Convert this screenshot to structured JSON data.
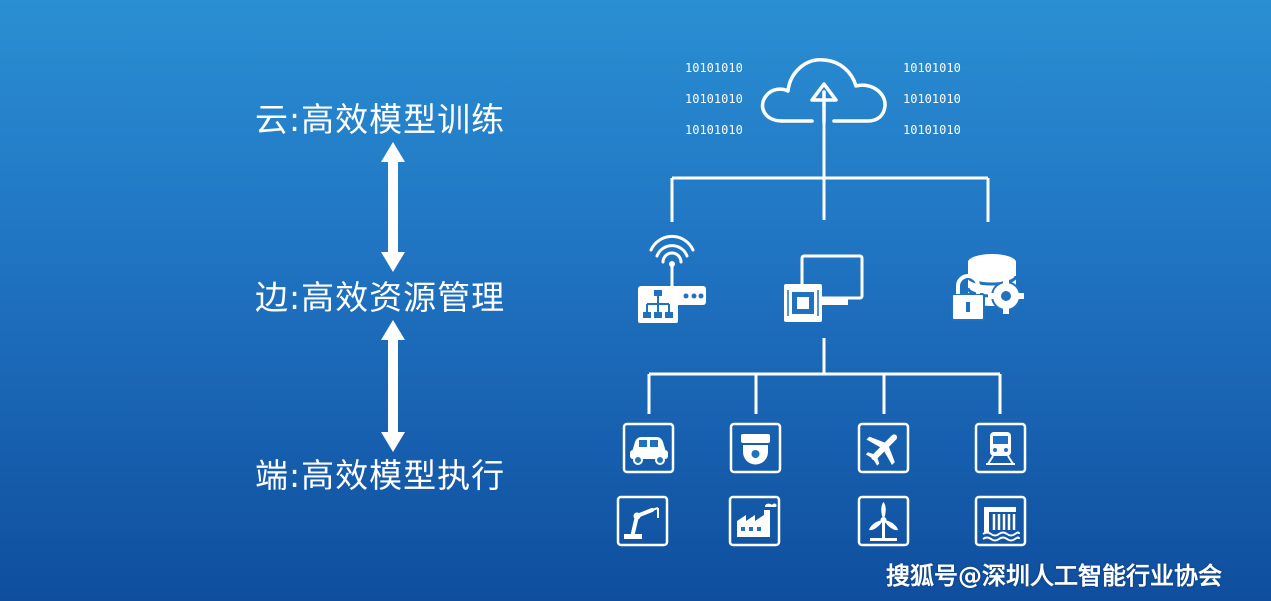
{
  "tiers": {
    "cloud": "云:高效模型训练",
    "edge": "边:高效资源管理",
    "end": "端:高效模型执行"
  },
  "binary_text": "10101010",
  "watermark": "搜狐号@深圳人工智能行业协会",
  "icons": {
    "cloud": "cloud-upload-icon",
    "edge": [
      "wifi-router-icon",
      "chip-monitor-icon",
      "database-lock-gear-icon"
    ],
    "devices": [
      "car-icon",
      "security-camera-icon",
      "airplane-icon",
      "train-icon",
      "robot-arm-icon",
      "factory-icon",
      "wind-turbine-icon",
      "dam-icon"
    ]
  },
  "colors": {
    "bg_top": "#2a8fd3",
    "bg_bottom": "#0f4e9e",
    "line": "#ffffff"
  }
}
